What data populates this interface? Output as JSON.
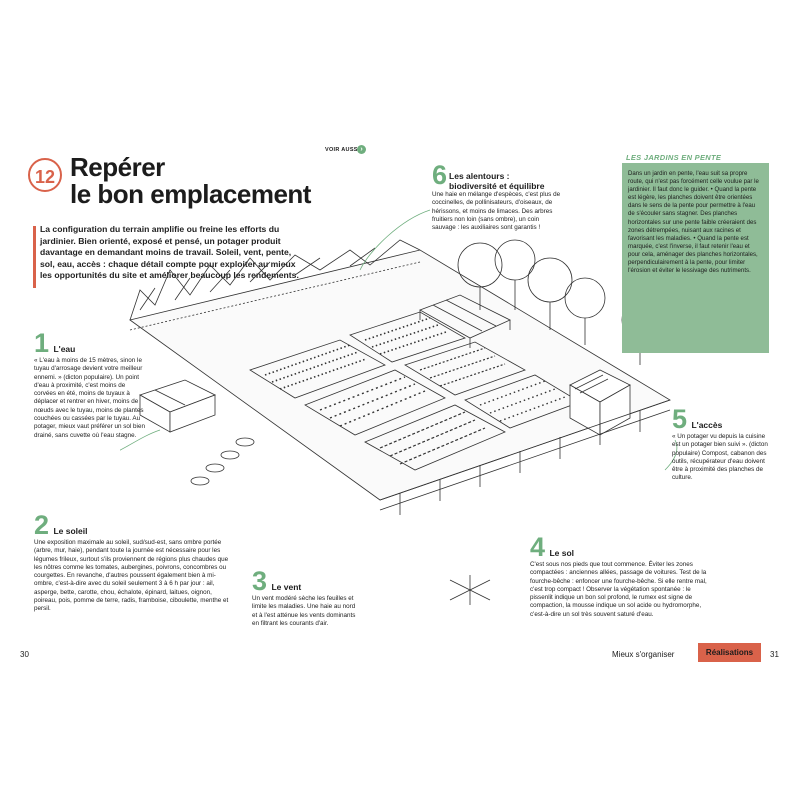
{
  "chapter": {
    "number": "12",
    "title_line1": "Repérer",
    "title_line2": "le bon emplacement",
    "see_also": "VOIR AUSSI",
    "see_also_icon": "arrow-right-icon"
  },
  "intro": "La configuration du terrain amplifie ou freine les efforts du jardinier. Bien orienté, exposé et pensé, un potager produit davantage en demandant moins de travail. Soleil, vent, pente, sol, eau, accès : chaque détail compte pour exploiter au mieux les opportunités du site et améliorer beaucoup les rendements.",
  "sections": {
    "eau": {
      "num": "1",
      "title": "L'eau",
      "text": "« L'eau à moins de 15 mètres, sinon le tuyau d'arrosage devient votre meilleur ennemi. » (dicton populaire). Un point d'eau à proximité, c'est moins de corvées en été, moins de tuyaux à déplacer et rentrer en hiver, moins de nœuds avec le tuyau, moins de plantes couchées ou cassées par le tuyau. Au potager, mieux vaut préférer un sol bien drainé, sans cuvette où l'eau stagne."
    },
    "soleil": {
      "num": "2",
      "title": "Le soleil",
      "text": "Une exposition maximale au soleil, sud/sud-est, sans ombre portée (arbre, mur, haie), pendant toute la journée est nécessaire pour les légumes frileux, surtout s'ils proviennent de régions plus chaudes que les nôtres comme les tomates, aubergines, poivrons, concombres ou courgettes. En revanche, d'autres poussent également bien à mi-ombre, c'est-à-dire avec du soleil seulement 3 à 6 h par jour : ail, asperge, bette, carotte, chou, échalote, épinard, laitues, oignon, poireau, pois, pomme de terre, radis, framboise, ciboulette, menthe et persil."
    },
    "vent": {
      "num": "3",
      "title": "Le vent",
      "text": "Un vent modéré sèche les feuilles et limite les maladies. Une haie au nord et à l'est atténue les vents dominants en filtrant les courants d'air."
    },
    "sol": {
      "num": "4",
      "title": "Le sol",
      "text": "C'est sous nos pieds que tout commence. Éviter les zones compactées : anciennes allées, passage de voitures. Test de la fourche-bêche : enfoncer une fourche-bêche. Si elle rentre mal, c'est trop compact ! Observer la végétation spontanée : le pissenlit indique un bon sol profond, le rumex est signe de compaction, la mousse indique un sol acide ou hydromorphe, c'est-à-dire un sol très souvent saturé d'eau."
    },
    "acces": {
      "num": "5",
      "title": "L'accès",
      "text": "« Un potager vu depuis la cuisine est un potager bien suivi ». (dicton populaire) Compost, cabanon des outils, récupérateur d'eau doivent être à proximité des planches de culture."
    },
    "alentours": {
      "num": "6",
      "title_line1": "Les alentours :",
      "title_line2": "biodiversité et équilibre",
      "text": "Une haie en mélange d'espèces, c'est plus de coccinelles, de pollinisateurs, d'oiseaux, de hérissons, et moins de limaces. Des arbres fruitiers non loin (sans ombre), un coin sauvage : les auxiliaires sont garantis !"
    }
  },
  "box": {
    "title": "LES JARDINS EN PENTE",
    "text": "Dans un jardin en pente, l'eau suit sa propre route, qui n'est pas forcément celle voulue par le jardinier. Il faut donc le guider. • Quand la pente est légère, les planches doivent être orientées dans le sens de la pente pour permettre à l'eau de s'écouler sans stagner. Des planches horizontales sur une pente faible créeraient des zones détrempées, nuisant aux racines et favorisant les maladies. • Quand la pente est marquée, c'est l'inverse, il faut retenir l'eau et pour cela, aménager des planches horizontales, perpendiculairement à la pente, pour limiter l'érosion et éviter le lessivage des nutriments."
  },
  "footer": {
    "page_left": "30",
    "section": "Mieux s'organiser",
    "tag": "Réalisations",
    "page_right": "31"
  },
  "colors": {
    "accent_red": "#d9624a",
    "accent_green": "#6fae7e",
    "box_green": "#8fbc97"
  }
}
